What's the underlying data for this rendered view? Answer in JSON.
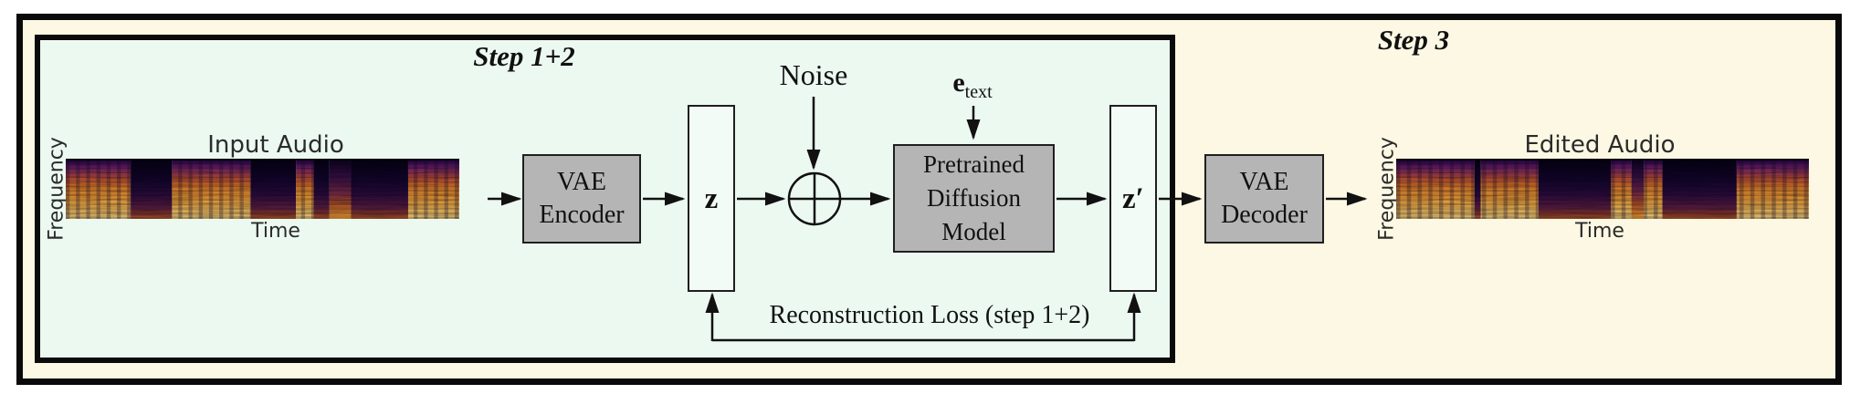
{
  "regions": {
    "step12_label": "Step 1+2",
    "step3_label": "Step 3"
  },
  "nodes": {
    "vae_encoder": {
      "line1": "VAE",
      "line2": "Encoder"
    },
    "latent_z": {
      "label": "z"
    },
    "noise": {
      "label": "Noise"
    },
    "add_icon": "circled-plus",
    "text_embedding": {
      "base": "e",
      "sub": "text"
    },
    "diffusion": {
      "line1": "Pretrained",
      "line2": "Diffusion",
      "line3": "Model"
    },
    "latent_z_prime": {
      "label": "z′"
    },
    "vae_decoder": {
      "line1": "VAE",
      "line2": "Decoder"
    }
  },
  "loss": {
    "label": "Reconstruction Loss (step 1+2)"
  },
  "spectrograms": {
    "input": {
      "title": "Input Audio",
      "xlabel": "Time",
      "ylabel": "Frequency",
      "bands": [
        {
          "x": 0.0,
          "w": 0.165,
          "v": "bright"
        },
        {
          "x": 0.165,
          "w": 0.105,
          "v": "dark"
        },
        {
          "x": 0.27,
          "w": 0.2,
          "v": "bright"
        },
        {
          "x": 0.47,
          "w": 0.115,
          "v": "dark"
        },
        {
          "x": 0.585,
          "w": 0.045,
          "v": "bright"
        },
        {
          "x": 0.63,
          "w": 0.04,
          "v": "dark"
        },
        {
          "x": 0.67,
          "w": 0.055,
          "v": "mid"
        },
        {
          "x": 0.725,
          "w": 0.145,
          "v": "dark"
        },
        {
          "x": 0.87,
          "w": 0.13,
          "v": "bright"
        }
      ]
    },
    "edited": {
      "title": "Edited Audio",
      "xlabel": "Time",
      "ylabel": "Frequency",
      "bands": [
        {
          "x": 0.0,
          "w": 0.19,
          "v": "bright"
        },
        {
          "x": 0.19,
          "w": 0.015,
          "v": "dark"
        },
        {
          "x": 0.205,
          "w": 0.14,
          "v": "bright"
        },
        {
          "x": 0.345,
          "w": 0.175,
          "v": "dark"
        },
        {
          "x": 0.52,
          "w": 0.05,
          "v": "bright"
        },
        {
          "x": 0.57,
          "w": 0.03,
          "v": "mid"
        },
        {
          "x": 0.6,
          "w": 0.045,
          "v": "bright"
        },
        {
          "x": 0.645,
          "w": 0.18,
          "v": "dark"
        },
        {
          "x": 0.825,
          "w": 0.175,
          "v": "bright"
        }
      ]
    }
  },
  "spectrogram_palette": {
    "bright": [
      [
        0,
        "#0c0222"
      ],
      [
        0.08,
        "#4a1166"
      ],
      [
        0.2,
        "#8c2f63"
      ],
      [
        0.34,
        "#c75633"
      ],
      [
        0.5,
        "#ec8a2c"
      ],
      [
        0.68,
        "#f7a73c"
      ],
      [
        0.85,
        "#fbc45f"
      ],
      [
        1,
        "#f2cf7d"
      ]
    ],
    "dark": [
      [
        0,
        "#060113"
      ],
      [
        0.35,
        "#140530"
      ],
      [
        0.6,
        "#2e0c41"
      ],
      [
        0.8,
        "#5c1d45"
      ],
      [
        0.93,
        "#8f3b2e"
      ],
      [
        1,
        "#bb6226"
      ]
    ],
    "mid": [
      [
        0,
        "#090220"
      ],
      [
        0.3,
        "#391049"
      ],
      [
        0.55,
        "#77284b"
      ],
      [
        0.75,
        "#b5542c"
      ],
      [
        0.92,
        "#eb8c2e"
      ],
      [
        1,
        "#f4a93e"
      ]
    ]
  },
  "colors": {
    "outer_bg": "#fcf8e3",
    "inner_bg": "#ecf9f1",
    "node_gray": "#b5b5b5",
    "latent_bg": "#f3fbf6",
    "line": "#111111"
  }
}
